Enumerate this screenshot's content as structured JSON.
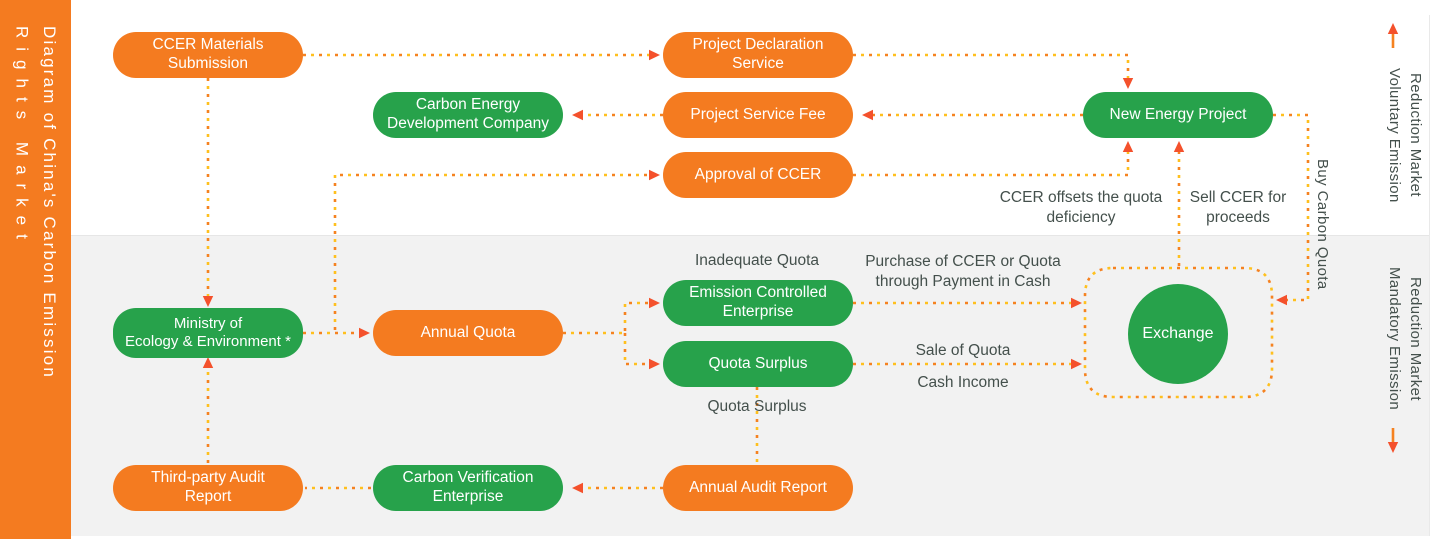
{
  "title": {
    "line1": "Diagram of China's Carbon Emission",
    "line2": "Rights Market"
  },
  "side_labels": {
    "voluntary": "Voluntary Emission\nReduction Market",
    "mandatory": "Mandatory Emission\nReduction Market",
    "buy_carbon_quota": "Buy Carbon Quota"
  },
  "nodes": {
    "ccer_materials_submission": "CCER Materials\nSubmission",
    "project_declaration_service": "Project Declaration\nService",
    "carbon_energy_development_company": "Carbon Energy\nDevelopment Company",
    "project_service_fee": "Project Service Fee",
    "new_energy_project": "New Energy Project",
    "approval_of_ccer": "Approval of CCER",
    "ministry_of_ecology_environment": "Ministry of\nEcology & Environment *",
    "annual_quota": "Annual Quota",
    "emission_controlled_enterprise": "Emission Controlled\nEnterprise",
    "quota_surplus": "Quota Surplus",
    "exchange": "Exchange",
    "third_party_audit_report": "Third-party Audit\nReport",
    "carbon_verification_enterprise": "Carbon Verification\nEnterprise",
    "annual_audit_report": "Annual Audit Report"
  },
  "annotations": {
    "inadequate_quota": "Inadequate Quota",
    "purchase": "Purchase of CCER or Quota\nthrough Payment in Cash",
    "sale_of_quota": "Sale of Quota",
    "cash_income": "Cash Income",
    "quota_surplus": "Quota Surplus",
    "ccer_offsets": "CCER offsets the quota\ndeficiency",
    "sell_ccer": "Sell CCER for\nproceeds"
  },
  "colors": {
    "orange": "#F47B20",
    "green": "#27A24B",
    "dot_orange": "#F58220",
    "dot_yellow": "#FFC01E",
    "arrowhead": "#F4512C",
    "text": "#44504C",
    "panel_gray": "#F2F2F2"
  }
}
